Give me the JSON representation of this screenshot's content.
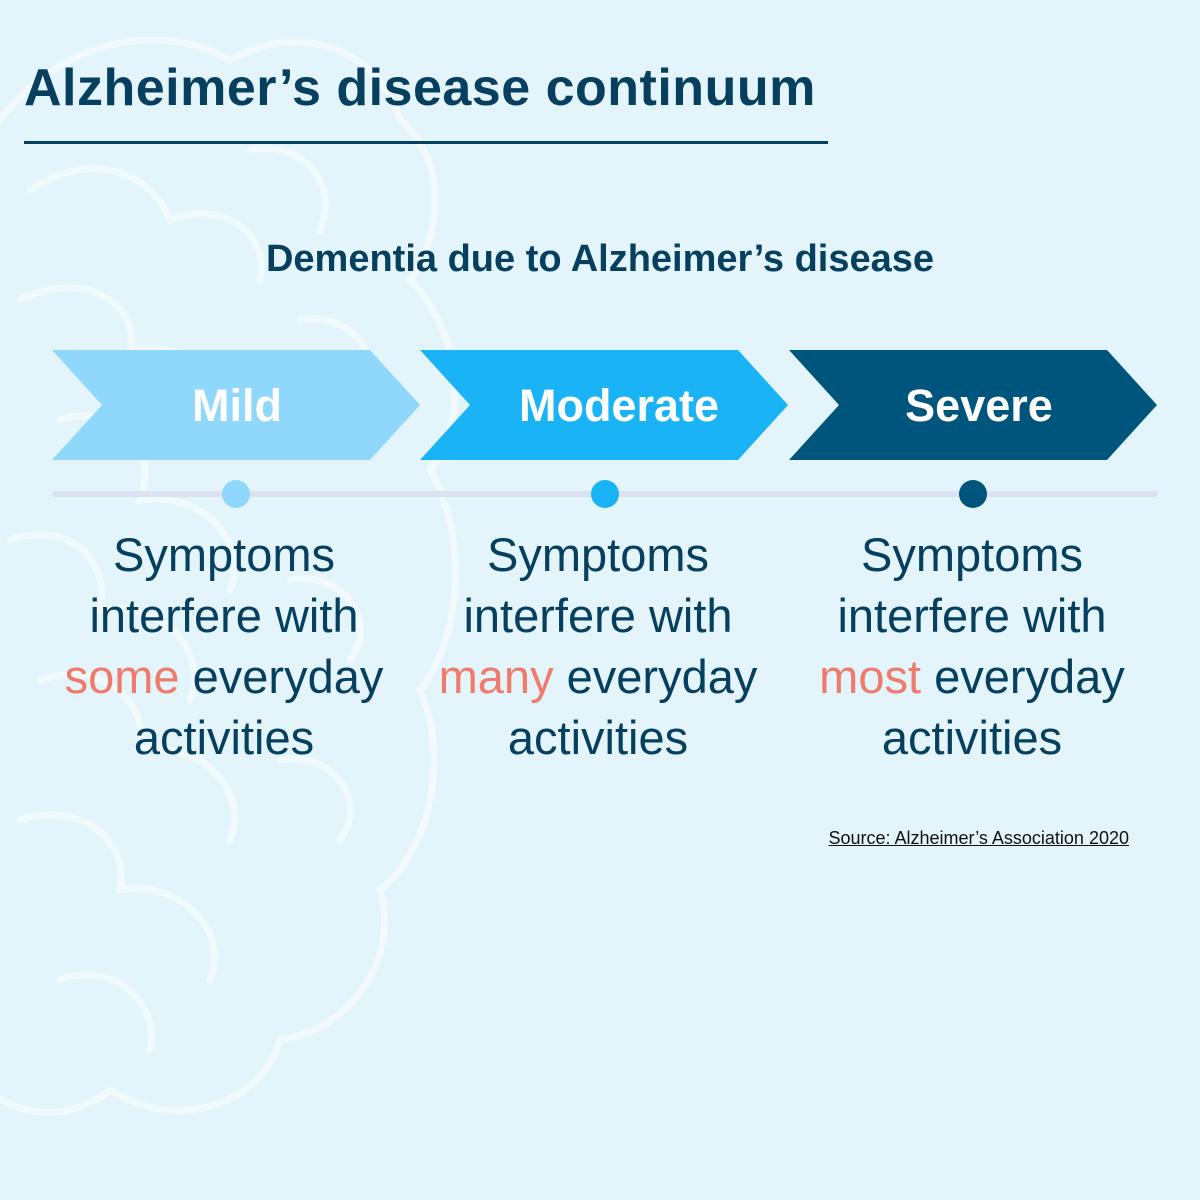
{
  "title": "Alzheimer’s disease continuum",
  "subtitle": "Dementia due to Alzheimer’s disease",
  "stages": [
    {
      "label": "Mild",
      "color": "#8fd8fb",
      "desc_line1": "Symptoms",
      "desc_line2": "interfere with",
      "highlight": "some",
      "desc_line3_rest": " everyday",
      "desc_line4": "activities"
    },
    {
      "label": "Moderate",
      "color": "#1ab3f6",
      "desc_line1": "Symptoms",
      "desc_line2": "interfere with",
      "highlight": "many",
      "desc_line3_rest": " everyday",
      "desc_line4": "activities"
    },
    {
      "label": "Severe",
      "color": "#00557c",
      "desc_line1": "Symptoms",
      "desc_line2": "interfere with",
      "highlight": "most",
      "desc_line3_rest": " everyday",
      "desc_line4": "activities"
    }
  ],
  "highlight_color": "#f07b6d",
  "text_color": "#06405e",
  "background_color": "#e3f4fb",
  "timeline_color": "#dbe1f0",
  "source": "Source: Alzheimer’s Association 2020"
}
